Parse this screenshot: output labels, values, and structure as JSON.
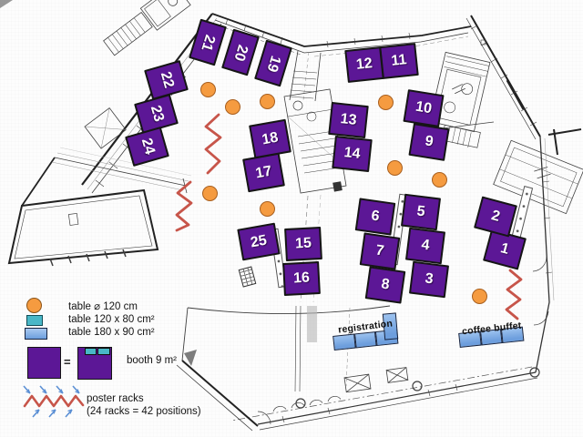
{
  "colors": {
    "booth_purple": "#5c1796",
    "table_orange": "#f59b40",
    "table_teal": "#49b7c7",
    "table_blue": "#7fa9e0",
    "poster_rack_red": "#c7554a",
    "arrow_blue": "#5b8fd4",
    "booth_number_text": "#ffffff",
    "plan_lines": "#3f3f3f"
  },
  "floor": {
    "booths": [
      "1",
      "2",
      "3",
      "4",
      "5",
      "6",
      "7",
      "8",
      "9",
      "10",
      "11",
      "12",
      "13",
      "14",
      "15",
      "16",
      "17",
      "18",
      "19",
      "20",
      "21",
      "22",
      "23",
      "24",
      "25"
    ],
    "round_table_count": 9,
    "poster_rack_zigzag_count": 3,
    "registration_label": "registration",
    "coffee_label": "coffee buffet"
  },
  "legend": {
    "round_table_label": "table ⌀ 120 cm",
    "small_table_label": "table 120 x 80 cm²",
    "large_table_label": "table 180 x 90 cm²",
    "equals_sign": "=",
    "booth_label": "booth 9 m²",
    "poster_racks_label": "poster racks",
    "poster_racks_detail": "(24 racks = 42 positions)"
  }
}
